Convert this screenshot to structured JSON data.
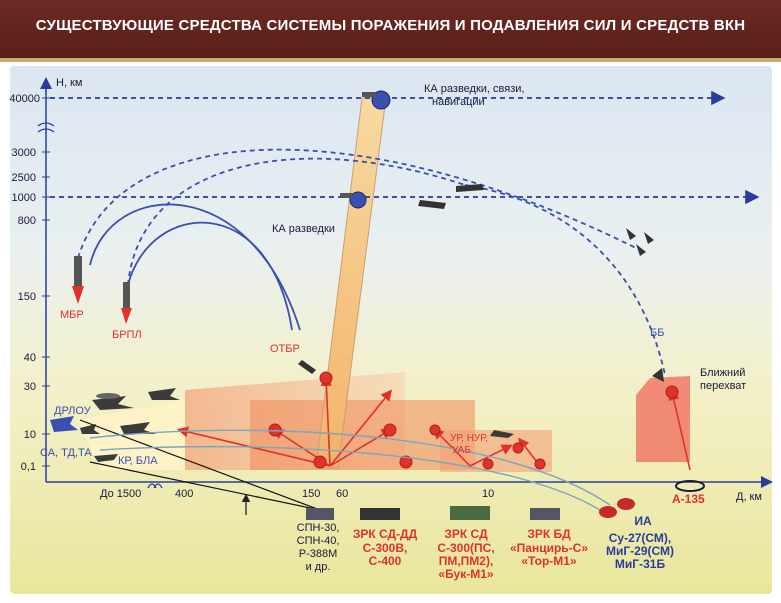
{
  "header": {
    "title": "СУЩЕСТВУЮЩИЕ СРЕДСТВА СИСТЕМЫ ПОРАЖЕНИЯ И  ПОДАВЛЕНИЯ СИЛ И СРЕДСТВ ВКН"
  },
  "axes": {
    "y_label": "Н, км",
    "x_label": "Д, км",
    "y_ticks": [
      "40000",
      "3000",
      "2500",
      "1000",
      "800",
      "150",
      "40",
      "30",
      "10",
      "0,1"
    ],
    "x_ticks": [
      "До 1500",
      "400",
      "150",
      "60",
      "10"
    ]
  },
  "labels": {
    "ka_top": "КА разведки, связи,\nнавигации",
    "ka_recon": "КА разведки",
    "mbr": "МБР",
    "brpl": "БРПЛ",
    "otbr": "ОТБР",
    "bb": "ББ",
    "near_intercept": "Ближний\nперехват",
    "drlo": "ДРЛОУ",
    "sa_td_ta": "СА, ТД,ТА",
    "kr_bla": "КР, БЛА",
    "ur_nur_uab": "УР, НУР,\nУАБ",
    "a135": "А-135",
    "spn": "СПН-30,\nСПН-40,\nР-388М\nи др.",
    "zrk_sd_dd_title": "ЗРК СД-ДД",
    "zrk_sd_dd_systems": "С-300В,\nС-400",
    "zrk_sd_title": "ЗРК СД",
    "zrk_sd_systems": "С-300(ПС,\nПМ,ПМ2),\n«Бук-М1»",
    "zrk_bd_title": "ЗРК БД",
    "zrk_bd_systems": "«Панцирь-С»\n«Тор-М1»",
    "ia": "ИА",
    "ia_aircraft": "Су-27(СМ),\nМиГ-29(СМ)\nМиГ-31Б"
  },
  "colors": {
    "header_bg": "#5e221b",
    "accent_red": "#e0322a",
    "accent_blue": "#2a3d9c",
    "zone_orange": "#f08a5a",
    "zone_light": "#fbd0b0"
  }
}
